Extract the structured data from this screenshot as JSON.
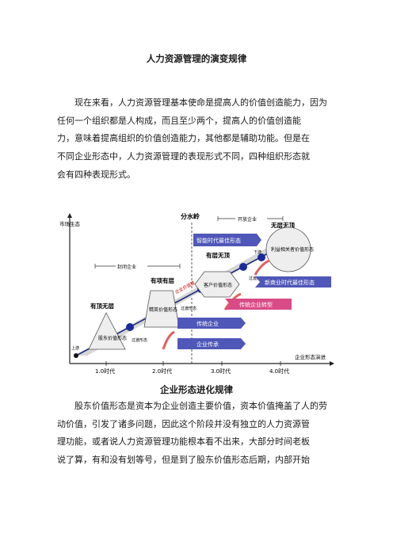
{
  "title": "人力资源管理的演变规律",
  "para1": [
    "现在来看，人力资源管理基本使命是提高人的价值创造能力，因为",
    "任何一个组织都是人构成，而且至少两个，提高人的价值创造能",
    "力，意味着提高组织的价值创造能力，其他都是辅助功能。但是在",
    "不同企业形态中，人力资源管理的表现形式不同，四种组织形态就",
    "会有四种表现形式。"
  ],
  "figure": {
    "y_axis_label": "市场生态",
    "x_axis_label": "企业形态演进",
    "watershed": "分水岭",
    "open_enterprise": "开放企业",
    "closed_enterprise": "封闭企业",
    "stages": [
      "有顶无层",
      "有项有层",
      "有层无顶",
      "无层无顶"
    ],
    "shape_labels": [
      "股东价值形态",
      "精英价值形态",
      "客户价值形态",
      "利益相关者价值形态"
    ],
    "markers": [
      "上游",
      "过渡形态",
      "过渡形态",
      "过渡形态",
      "下游"
    ],
    "diagonal_label": "企业价值链",
    "bars": [
      "智能时代最佳形态",
      "新商业时代最佳形态",
      "传统企业转型",
      "传统企业",
      "企业传承"
    ],
    "x_ticks": [
      "1.0时代",
      "2.0时代",
      "3.0时代",
      "4.0时代"
    ]
  },
  "caption": "企业形态进化规律",
  "para2": [
    "股东价值形态是资本为企业创造主要价值，资本价值掩盖了人的劳",
    "动价值，引发了诸多问题，因此这个阶段并没有独立的人力资源管",
    "理功能，或者说人力资源管理功能根本看不出来，大部分时间老板",
    "说了算，有和没有划等号，但是到了股东价值形态后期，内部开始"
  ]
}
